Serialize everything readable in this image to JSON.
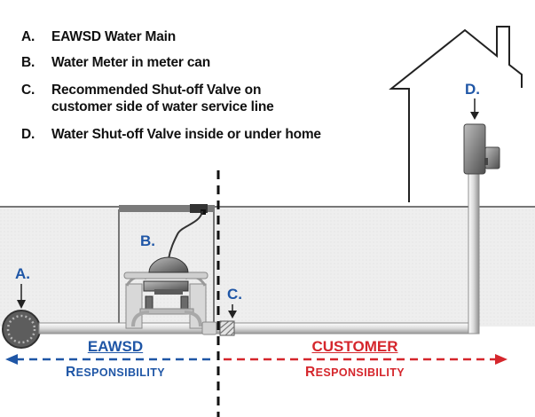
{
  "legend": [
    {
      "key": "A.",
      "lines": [
        "EAWSD Water Main"
      ]
    },
    {
      "key": "B.",
      "lines": [
        "Water Meter in meter can"
      ]
    },
    {
      "key": "C.",
      "lines": [
        "Recommended Shut-off Valve on",
        "customer side of water service line"
      ]
    },
    {
      "key": "D.",
      "lines": [
        "Water Shut-off Valve inside or under home"
      ]
    }
  ],
  "markers": {
    "a": "A.",
    "b": "B.",
    "c": "C.",
    "d": "D."
  },
  "eawsd": {
    "name": "EAWSD",
    "sub_cap": "R",
    "sub_rest": "ESPONSIBILITY"
  },
  "customer": {
    "name": "CUSTOMER",
    "sub_cap": "R",
    "sub_rest": "ESPONSIBILITY"
  },
  "colors": {
    "eawsd": "#1f56a6",
    "customer": "#d5262c",
    "marker": "#1f56a6",
    "ground": "#eeeeee"
  }
}
